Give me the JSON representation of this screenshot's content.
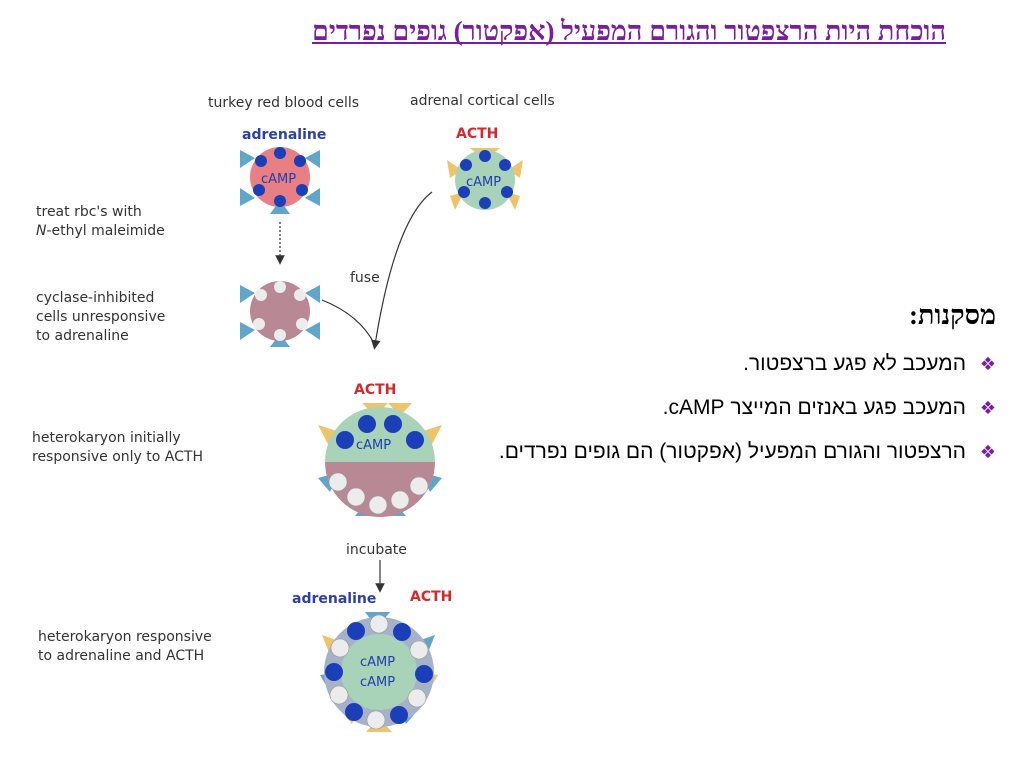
{
  "title": "הוכחת היות הרצפטור והגורם המפעיל (אפקטור) גופים נפרדים",
  "diagram": {
    "col_left": "turkey red blood cells",
    "col_right": "adrenal cortical cells",
    "adrenaline": "adrenaline",
    "acth": "ACTH",
    "camp": "cAMP",
    "treat_line1": "treat rbc's with",
    "treat_line2_n": "N",
    "treat_line2_rest": "-ethyl maleimide",
    "inhibited_line1": "cyclase-inhibited",
    "inhibited_line2": "cells unresponsive",
    "inhibited_line3": "to adrenaline",
    "fuse": "fuse",
    "hetero1_line1": "heterokaryon initially",
    "hetero1_line2": "responsive only to ACTH",
    "incubate": "incubate",
    "hetero2_line1": "heterokaryon responsive",
    "hetero2_line2": "to adrenaline and ACTH"
  },
  "conclusions": {
    "heading": "מסקנות:",
    "items": [
      "המעכב  לא פגע ברצפטור.",
      "המעכב פגע באנזים המייצר cAMP.",
      "הרצפטור והגורם המפעיל (אפקטור) הם גופים נפרדים."
    ]
  },
  "colors": {
    "title": "#7a1f9c",
    "adrenaline_label": "#2b3fa8",
    "acth_label": "#d8262b",
    "rbc_fill": "#e87f85",
    "inhibited_fill": "#b98895",
    "adrenal_fill": "#a9d3b8",
    "enzyme": "#1a3fb8",
    "inactive_enzyme": "#ececec",
    "adrenaline_receptor": "#5fa6c9",
    "acth_receptor": "#efc36a"
  }
}
